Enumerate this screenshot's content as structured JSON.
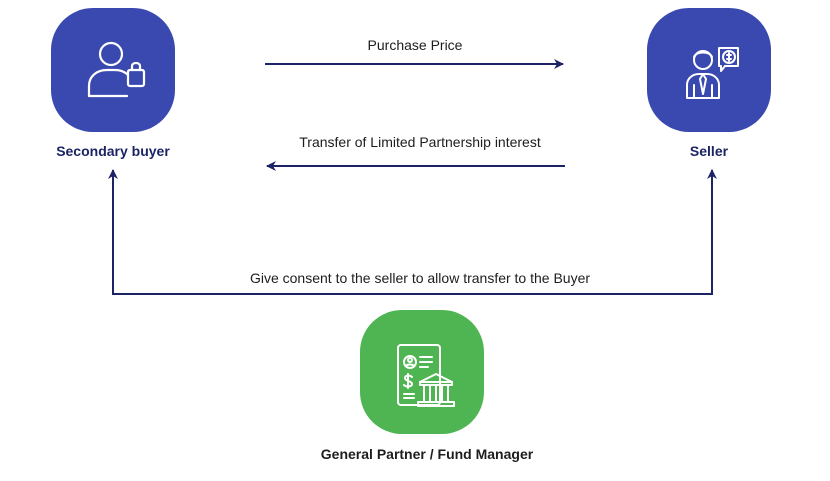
{
  "colors": {
    "node_blue": "#3a49b0",
    "node_green": "#4fb552",
    "arrow": "#1c2466",
    "label_blue": "#1c2466",
    "label_dark": "#1d1d1d",
    "icon_line": "#ffffff"
  },
  "nodes": {
    "buyer": {
      "label": "Secondary buyer",
      "icon": "shopper-with-bag-icon"
    },
    "seller": {
      "label": "Seller",
      "icon": "businessman-with-coin-icon"
    },
    "gp": {
      "label": "General Partner / Fund Manager",
      "icon": "document-bank-icon"
    }
  },
  "edges": {
    "purchase_price": {
      "label": "Purchase Price",
      "from": "buyer",
      "to": "seller"
    },
    "transfer_lp": {
      "label": "Transfer of Limited Partnership interest",
      "from": "seller",
      "to": "buyer"
    },
    "consent": {
      "label": "Give consent to the seller to allow transfer to the Buyer",
      "from": "gp",
      "to": "buyer and seller"
    }
  }
}
